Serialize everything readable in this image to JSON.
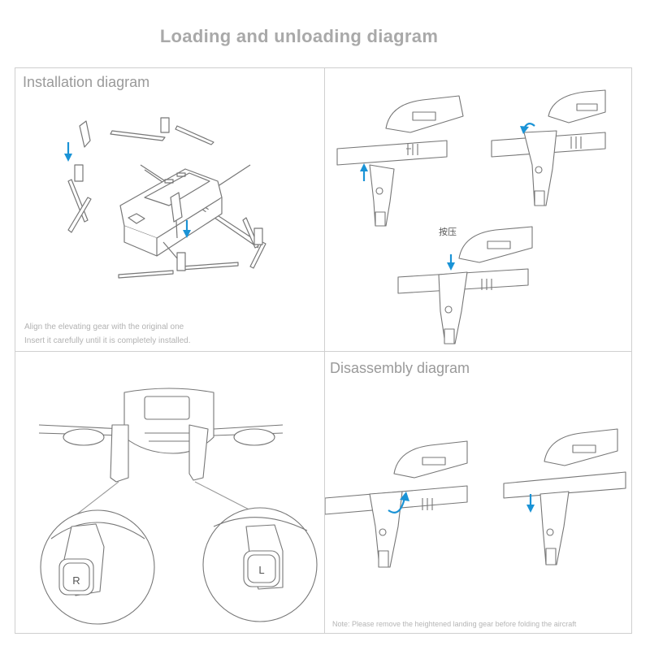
{
  "title": "Loading and unloading diagram",
  "installation": {
    "heading": "Installation diagram",
    "caption_line1": "Align the elevating gear with the original one",
    "caption_line2": "Insert it carefully until it is completely installed."
  },
  "step_label": "按压",
  "disassembly": {
    "heading": "Disassembly diagram",
    "note": "Note: Please remove the heightened landing gear before folding the aircraft"
  },
  "detail": {
    "right_badge": "R",
    "left_badge": "L"
  },
  "colors": {
    "arrow": "#1a93d6",
    "line": "#6a6a6a",
    "border": "#cfcfcf",
    "title": "#a9a9a9"
  }
}
